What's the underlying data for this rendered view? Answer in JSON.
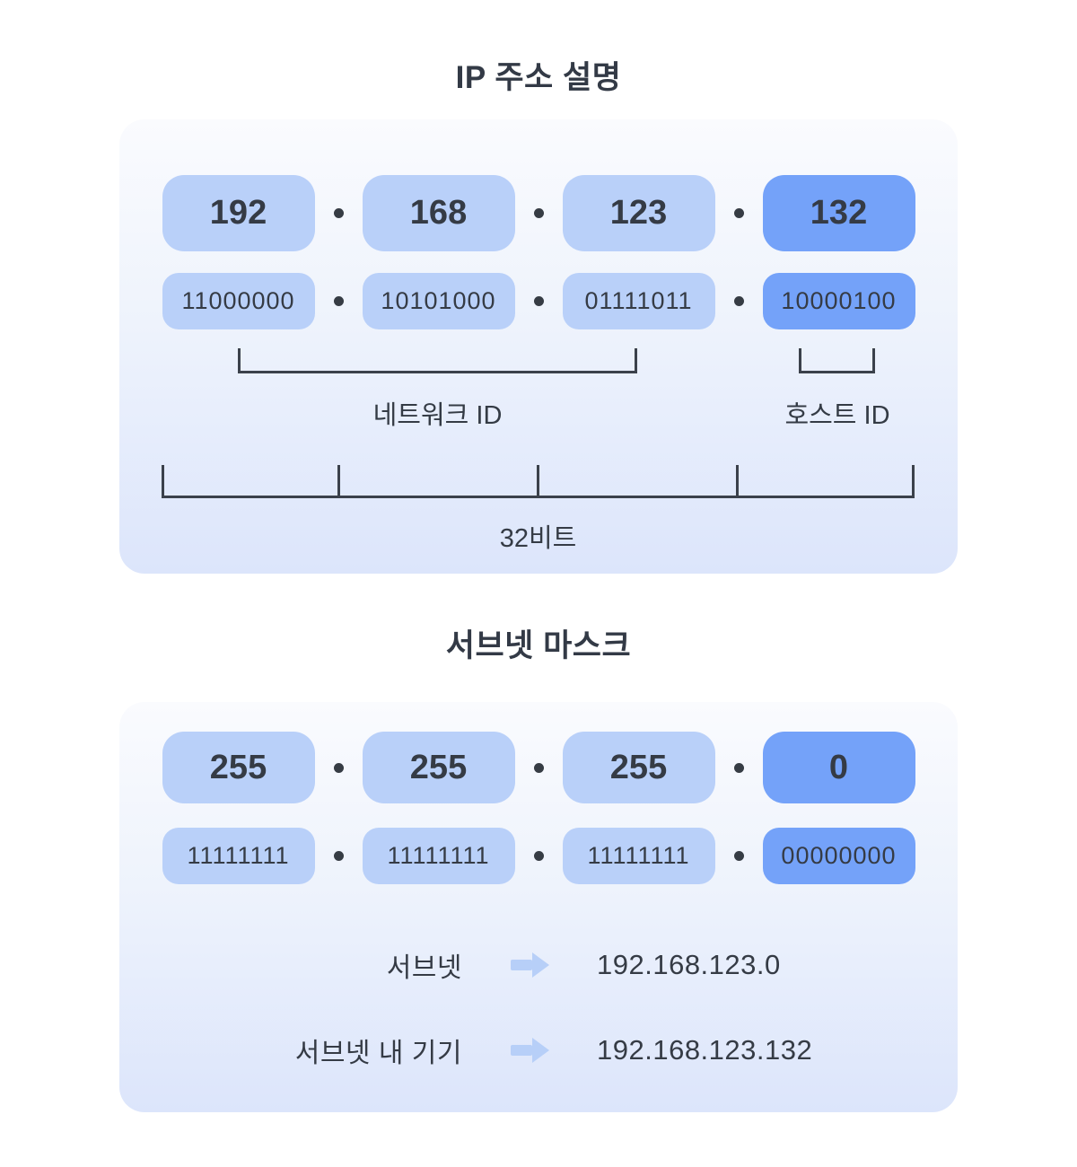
{
  "ip_section": {
    "title": "IP 주소 설명",
    "octets": [
      {
        "decimal": "192",
        "binary": "11000000"
      },
      {
        "decimal": "168",
        "binary": "10101000"
      },
      {
        "decimal": "123",
        "binary": "01111011"
      },
      {
        "decimal": "132",
        "binary": "10000100"
      }
    ],
    "network_label": "네트워크 ID",
    "host_label": "호스트 ID",
    "bits_label": "32비트"
  },
  "subnet_section": {
    "title": "서브넷 마스크",
    "octets": [
      {
        "decimal": "255",
        "binary": "11111111"
      },
      {
        "decimal": "255",
        "binary": "11111111"
      },
      {
        "decimal": "255",
        "binary": "11111111"
      },
      {
        "decimal": "0",
        "binary": "00000000"
      }
    ],
    "rows": [
      {
        "label": "서브넷",
        "value": "192.168.123.0"
      },
      {
        "label": "서브넷 내 기기",
        "value": "192.168.123.132"
      }
    ]
  },
  "colors": {
    "box_light": "#b9d0f9",
    "box_highlight": "#74a2f9",
    "text_dark": "#353b45",
    "line_dark": "#3b414b",
    "arrow_blue": "#b7cff8",
    "card_gradient_top": "#fafbfe",
    "card_gradient_bottom": "#dce5fb"
  }
}
